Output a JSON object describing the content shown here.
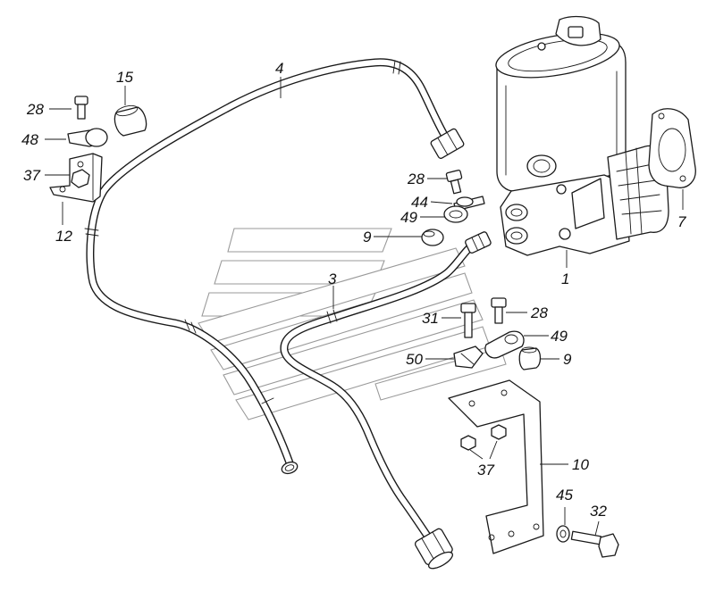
{
  "callouts": {
    "c1": "1",
    "c3": "3",
    "c4": "4",
    "c7": "7",
    "c9a": "9",
    "c9b": "9",
    "c10": "10",
    "c12": "12",
    "c15": "15",
    "c28a": "28",
    "c28b": "28",
    "c28c": "28",
    "c31": "31",
    "c32": "32",
    "c37a": "37",
    "c37b": "37",
    "c44": "44",
    "c45": "45",
    "c48": "48",
    "c49a": "49",
    "c49b": "49",
    "c50": "50"
  }
}
